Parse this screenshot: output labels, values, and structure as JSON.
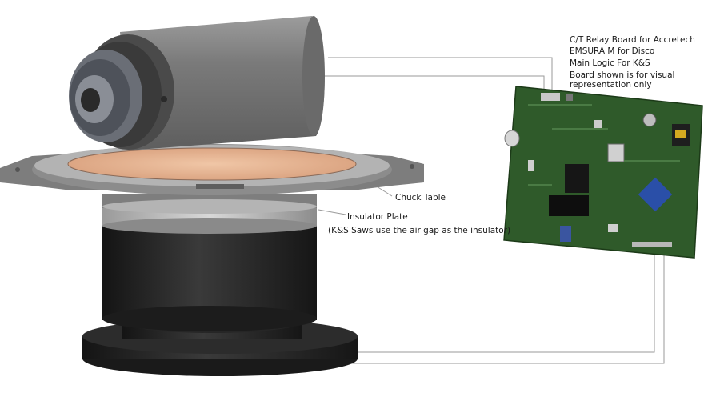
{
  "labels": {
    "relay_board": "C/T Relay Board for Accretech",
    "emsuram": "EMSURA M for Disco",
    "main_logic": "Main Logic For K&S",
    "board_note": "Board shown is for visual representation only",
    "chuck_table": "Chuck Table",
    "insulator_plate": "Insulator Plate",
    "insulator_note": "(K&S Saws use the air gap as the insulator)"
  },
  "colors": {
    "chuck_top": "#e8b896",
    "pcb": "#2f5a2a",
    "chip_blue": "#2a4fa8",
    "base_dark": "#1e1e1e",
    "spindle": "#8a8a8a"
  }
}
